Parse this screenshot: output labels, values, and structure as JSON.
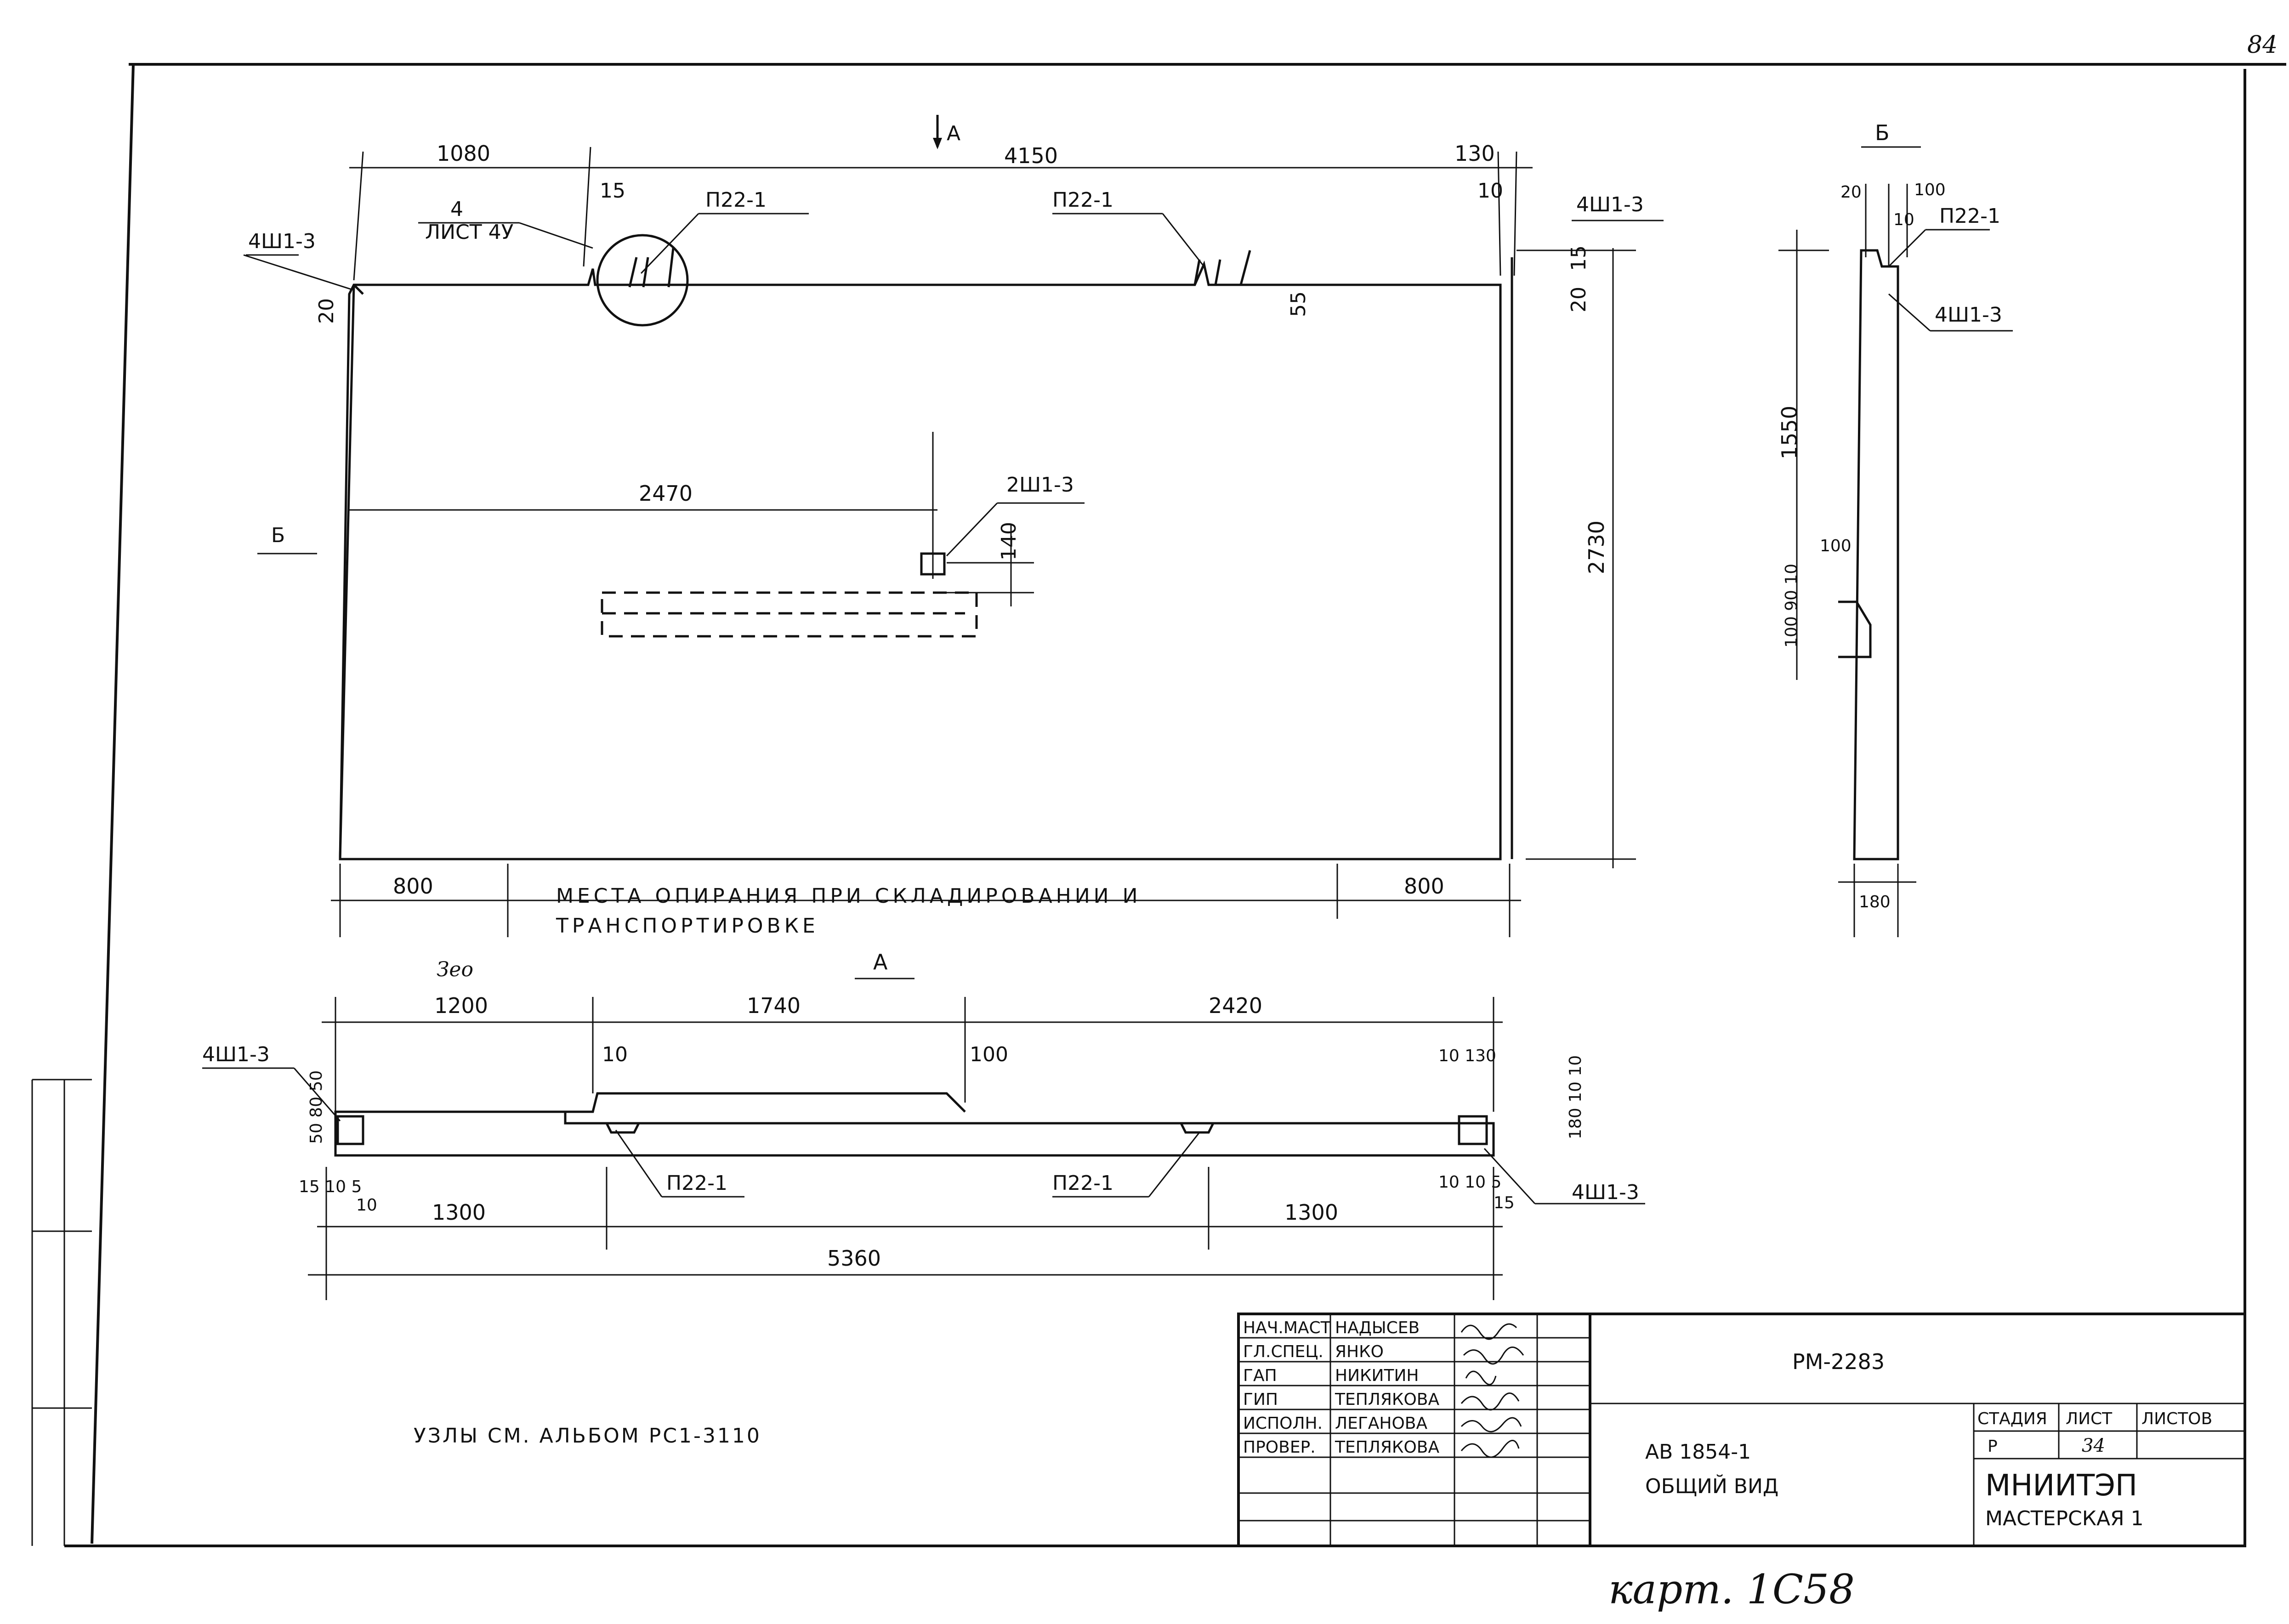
{
  "page_number": "84",
  "plan_view": {
    "section_mark_a": "A",
    "section_mark_b": "Б",
    "dims": {
      "top_left": "1080",
      "top_mid": "4150",
      "top_right": "130",
      "height": "2730",
      "pos_x": "2470",
      "pos_y": "140",
      "small_15": "15",
      "small_10": "10",
      "left_20": "20",
      "right_20": "20",
      "right_15": "15",
      "depth_55": "55",
      "bottom_left": "800",
      "bottom_right": "800"
    },
    "labels": {
      "anchor_left": "4Ш1-3",
      "anchor_right": "4Ш1-3",
      "loop_1": "П22-1",
      "loop_2": "П22-1",
      "callout_num": "4",
      "callout_sheet": "ЛИСТ 4У",
      "anchor_mid": "2Ш1-3"
    },
    "support_note_1": "МЕСТА ОПИРАНИЯ ПРИ СКЛАДИРОВАНИИ И",
    "support_note_2": "ТРАНСПОРТИРОВКЕ"
  },
  "section_b": {
    "title": "Б",
    "dims": {
      "top_20": "20",
      "top_10": "10",
      "top_100": "100",
      "upper_h": "1550",
      "mid_100": "100",
      "stack": "100 90 10",
      "width": "180"
    },
    "labels": {
      "loop": "П22-1",
      "anchor": "4Ш1-3"
    }
  },
  "section_a": {
    "title": "A",
    "handwritten_note": "Зео",
    "dims": {
      "top_1": "1200",
      "top_2": "1740",
      "top_3": "2420",
      "d10": "10",
      "d100": "100",
      "d10_130": "10 130",
      "left_stack": "50 80 50",
      "right_stack": "180 10 10",
      "bottom_left_row": "15 10 5",
      "bottom_left_10": "10",
      "bottom_right_row": "10 10 5",
      "bottom_right_15": "15",
      "bot_1": "1300",
      "bot_2": "1300",
      "total": "5360"
    },
    "labels": {
      "anchor_left": "4Ш1-3",
      "anchor_right": "4Ш1-3",
      "loop_1": "П22-1",
      "loop_2": "П22-1"
    }
  },
  "note_nodes": "УЗЛЫ СМ. АЛЬБОМ РС1-3110",
  "title_block": {
    "roles": [
      "НАЧ.МАСТ",
      "ГЛ.СПЕЦ.",
      "ГАП",
      "ГИП",
      "ИСПОЛН.",
      "ПРОВЕР."
    ],
    "names": [
      "НАДЫСЕВ",
      "ЯНКО",
      "НИКИТИН",
      "ТЕПЛЯКОВА",
      "ЛЕГАНОВА",
      "ТЕПЛЯКОВА"
    ],
    "code": "РМ-2283",
    "product": "АВ 1854-1",
    "view": "ОБЩИЙ ВИД",
    "col_stage": "СТАДИЯ",
    "col_sheet": "ЛИСТ",
    "col_sheets": "ЛИСТОВ",
    "stage_val": "Р",
    "sheet_val": "34",
    "org_1": "МНИИТЭП",
    "org_2": "МАСТЕРСКАЯ 1"
  },
  "handwritten_bottom": "карт. 1С58"
}
